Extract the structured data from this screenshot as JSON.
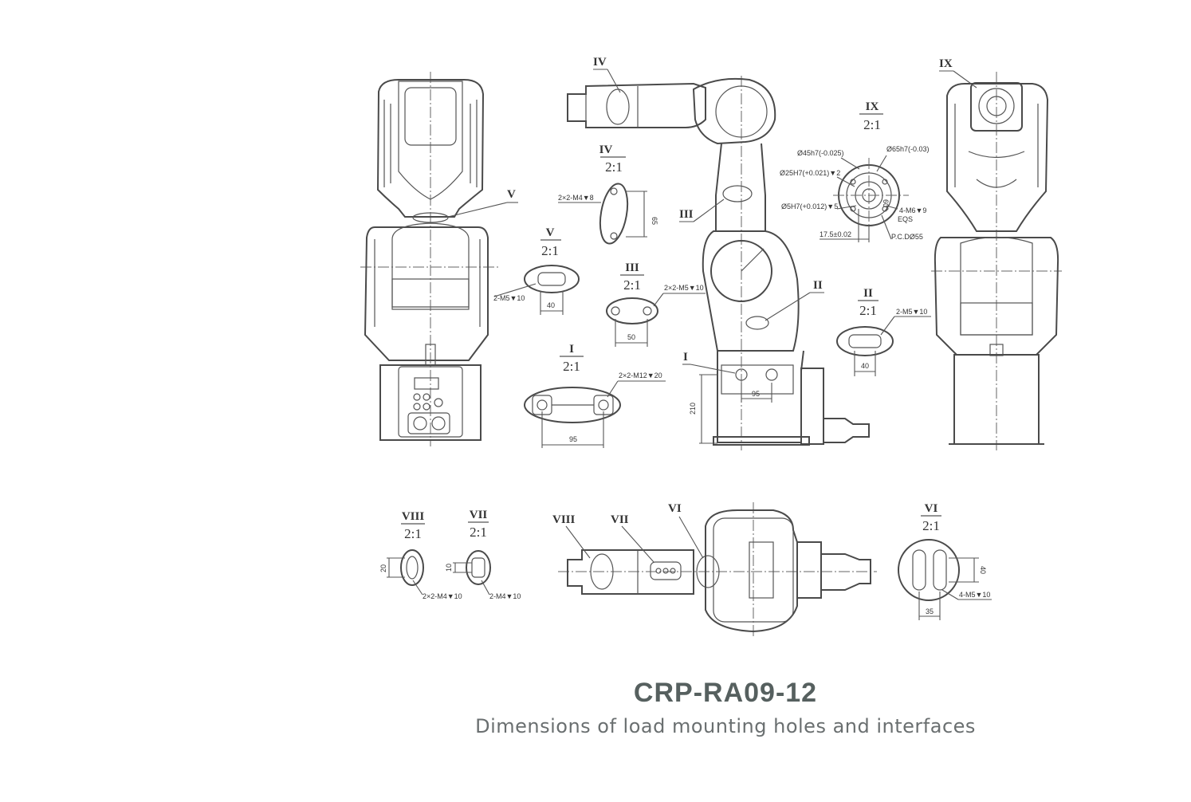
{
  "caption": {
    "model": "CRP-RA09-12",
    "subtitle": "Dimensions of load mounting holes and interfaces"
  },
  "detail_labels": {
    "I": "I",
    "II": "II",
    "III": "III",
    "IV": "IV",
    "V": "V",
    "VI": "VI",
    "VII": "VII",
    "VIII": "VIII",
    "IX": "IX"
  },
  "scale": "2:1",
  "callouts": {
    "iv_holes": "2×2-M4▼8",
    "iv_dim": "65",
    "v_holes": "2-M5▼10",
    "v_dim": "40",
    "iii_holes": "2×2-M5▼10",
    "iii_dim": "50",
    "i_holes": "2×2-M12▼20",
    "i_dim": "95",
    "ii_holes": "2-M5▼10",
    "ii_dim": "40",
    "base_h": "210",
    "base_w": "95",
    "ix_d45": "Ø45h7(-0.025)",
    "ix_d65": "Ø65h7(-0.03)",
    "ix_d25": "Ø25H7(+0.021)▼2",
    "ix_d5": "Ø5H7(+0.012)▼5",
    "ix_m6": "4-M6▼9",
    "ix_eq": "EQS",
    "ix_off": "17.5±0.02",
    "ix_pcd": "P.C.DØ55",
    "ix_a60": "60°",
    "viii_holes": "2×2-M4▼10",
    "viii_dim": "20",
    "vii_holes": "2-M4▼10",
    "vii_dim": "10",
    "vi_holes": "4-M5▼10",
    "vi_w": "35",
    "vi_h": "40"
  }
}
